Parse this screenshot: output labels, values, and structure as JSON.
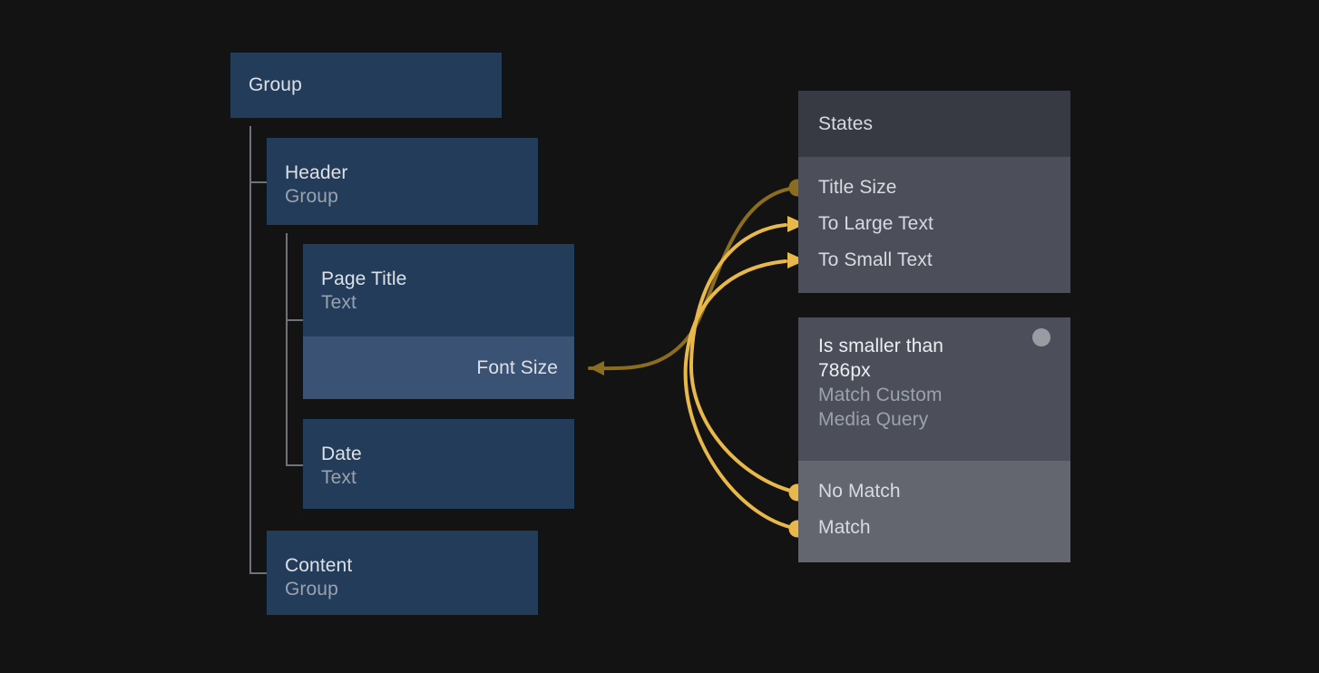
{
  "canvas": {
    "background": "#131313",
    "accent_bright": "#e8b84b",
    "accent_dim": "#8a6d1f",
    "node_blue": "#223c5a",
    "node_blue_light": "#3a5274",
    "panel_header": "#373a43",
    "panel_body_dark": "#4c4f59",
    "panel_body_light": "#63666f",
    "text_primary": "#dde1e6",
    "text_secondary": "#9aa2ad",
    "tree_line": "#6f727a"
  },
  "tree": {
    "nodes": [
      {
        "id": "group-root",
        "title": "Group",
        "subtitle": ""
      },
      {
        "id": "header",
        "title": "Header",
        "subtitle": "Group"
      },
      {
        "id": "page-title",
        "title": "Page Title",
        "subtitle": "Text"
      },
      {
        "id": "date",
        "title": "Date",
        "subtitle": "Text"
      },
      {
        "id": "content",
        "title": "Content",
        "subtitle": "Group"
      }
    ],
    "property_row": {
      "id": "font-size",
      "label": "Font Size"
    }
  },
  "panels": [
    {
      "id": "states-panel",
      "header": "States",
      "ports": [
        {
          "id": "title-size",
          "label": "Title Size",
          "marker": "dot",
          "marker_color": "#8a6d1f"
        },
        {
          "id": "to-large-text",
          "label": "To Large Text",
          "marker": "arrow",
          "marker_color": "#e8b84b"
        },
        {
          "id": "to-small-text",
          "label": "To Small Text",
          "marker": "arrow",
          "marker_color": "#e8b84b"
        }
      ]
    },
    {
      "id": "media-query-panel",
      "primary": "Is smaller than\n786px",
      "secondary": "Match Custom\nMedia Query",
      "status_dot": "#9a9ca3",
      "ports": [
        {
          "id": "no-match",
          "label": "No Match",
          "marker": "dot",
          "marker_color": "#e8b84b"
        },
        {
          "id": "match",
          "label": "Match",
          "marker": "dot",
          "marker_color": "#e8b84b"
        }
      ]
    }
  ],
  "connections": [
    {
      "id": "title-size-to-font-size",
      "from": "title-size",
      "to": "font-size",
      "color": "#8a6d1f"
    },
    {
      "id": "no-match-to-to-large-text",
      "from": "no-match",
      "to": "to-large-text",
      "color": "#e8b84b"
    },
    {
      "id": "match-to-to-small-text",
      "from": "match",
      "to": "to-small-text",
      "color": "#e8b84b"
    }
  ]
}
